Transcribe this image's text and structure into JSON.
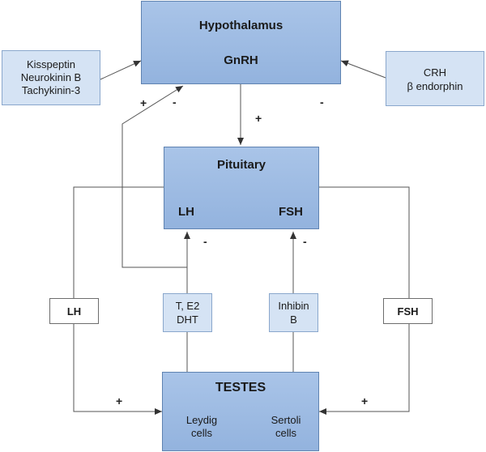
{
  "hypothalamus": {
    "title": "Hypothalamus",
    "hormone": "GnRH"
  },
  "stimulators": {
    "label": "Kisspeptin\nNeurokinin B\nTachykinin-3"
  },
  "inhibitors": {
    "label": "CRH\nβ endorphin"
  },
  "pituitary": {
    "title": "Pituitary",
    "lh": "LH",
    "fsh": "FSH"
  },
  "side_boxes": {
    "lh": "LH",
    "fsh": "FSH"
  },
  "feedback": {
    "steroids": "T, E2\nDHT",
    "inhibin": "Inhibin\nB"
  },
  "testes": {
    "title": "TESTES",
    "leydig": "Leydig\ncells",
    "sertoli": "Sertoli\ncells"
  },
  "signs": {
    "stim_to_hypo": "+",
    "steroid_to_hypo": "-",
    "inhib_to_hypo": "-",
    "hypo_to_pit": "+",
    "steroid_to_pit": "-",
    "inhibin_to_pit": "-",
    "lh_to_testes": "+",
    "fsh_to_testes": "+"
  },
  "colors": {
    "box_dark": "#9dbbe3",
    "box_light": "#d5e3f4",
    "line": "#555555"
  }
}
